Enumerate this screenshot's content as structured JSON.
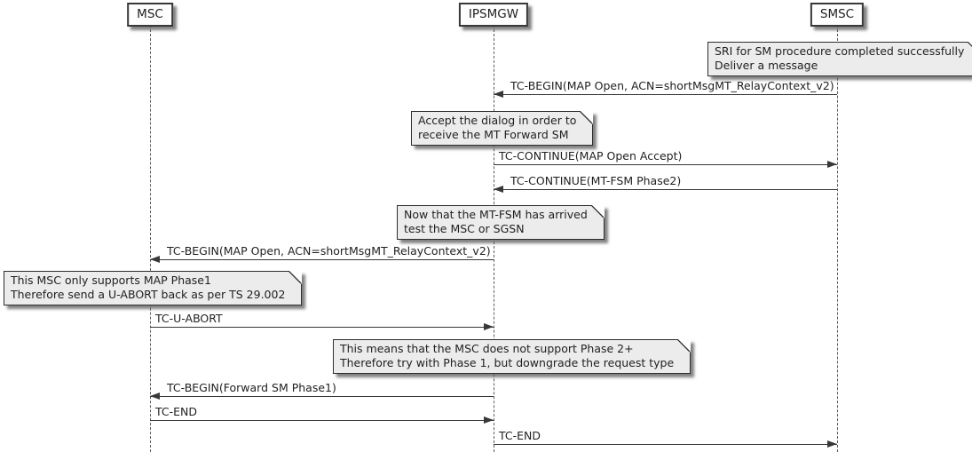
{
  "colors": {
    "background": "#ffffff",
    "box_bg": "#fefefe",
    "note_bg": "#ececec",
    "line": "#383838",
    "text": "#1f1f1f"
  },
  "diagram": {
    "type": "sequence-diagram",
    "participants": [
      {
        "name": "MSC"
      },
      {
        "name": "IPSMGW"
      },
      {
        "name": "SMSC"
      }
    ],
    "notes": [
      {
        "attached_to": "SMSC",
        "lines": [
          "SRI for SM procedure completed successfully",
          "Deliver a message"
        ]
      },
      {
        "attached_to": "IPSMGW",
        "lines": [
          "Accept the dialog in order to",
          "receive the MT Forward SM"
        ]
      },
      {
        "attached_to": "IPSMGW",
        "lines": [
          "Now that the MT-FSM has arrived",
          "test the MSC or SGSN"
        ]
      },
      {
        "attached_to": "MSC",
        "lines": [
          "This MSC only supports MAP Phase1",
          "Therefore send a U-ABORT back as per TS 29.002"
        ]
      },
      {
        "attached_to": "IPSMGW",
        "lines": [
          "This means that the MSC does not support Phase 2+",
          "Therefore try with Phase 1, but downgrade the request type"
        ]
      }
    ],
    "messages": [
      {
        "from": "SMSC",
        "to": "IPSMGW",
        "label": "TC-BEGIN(MAP Open, ACN=shortMsgMT_RelayContext_v2)"
      },
      {
        "from": "IPSMGW",
        "to": "SMSC",
        "label": "TC-CONTINUE(MAP Open Accept)"
      },
      {
        "from": "SMSC",
        "to": "IPSMGW",
        "label": "TC-CONTINUE(MT-FSM Phase2)"
      },
      {
        "from": "IPSMGW",
        "to": "MSC",
        "label": "TC-BEGIN(MAP Open, ACN=shortMsgMT_RelayContext_v2)"
      },
      {
        "from": "MSC",
        "to": "IPSMGW",
        "label": "TC-U-ABORT"
      },
      {
        "from": "IPSMGW",
        "to": "MSC",
        "label": "TC-BEGIN(Forward SM Phase1)"
      },
      {
        "from": "MSC",
        "to": "IPSMGW",
        "label": "TC-END"
      },
      {
        "from": "IPSMGW",
        "to": "SMSC",
        "label": "TC-END"
      }
    ]
  }
}
